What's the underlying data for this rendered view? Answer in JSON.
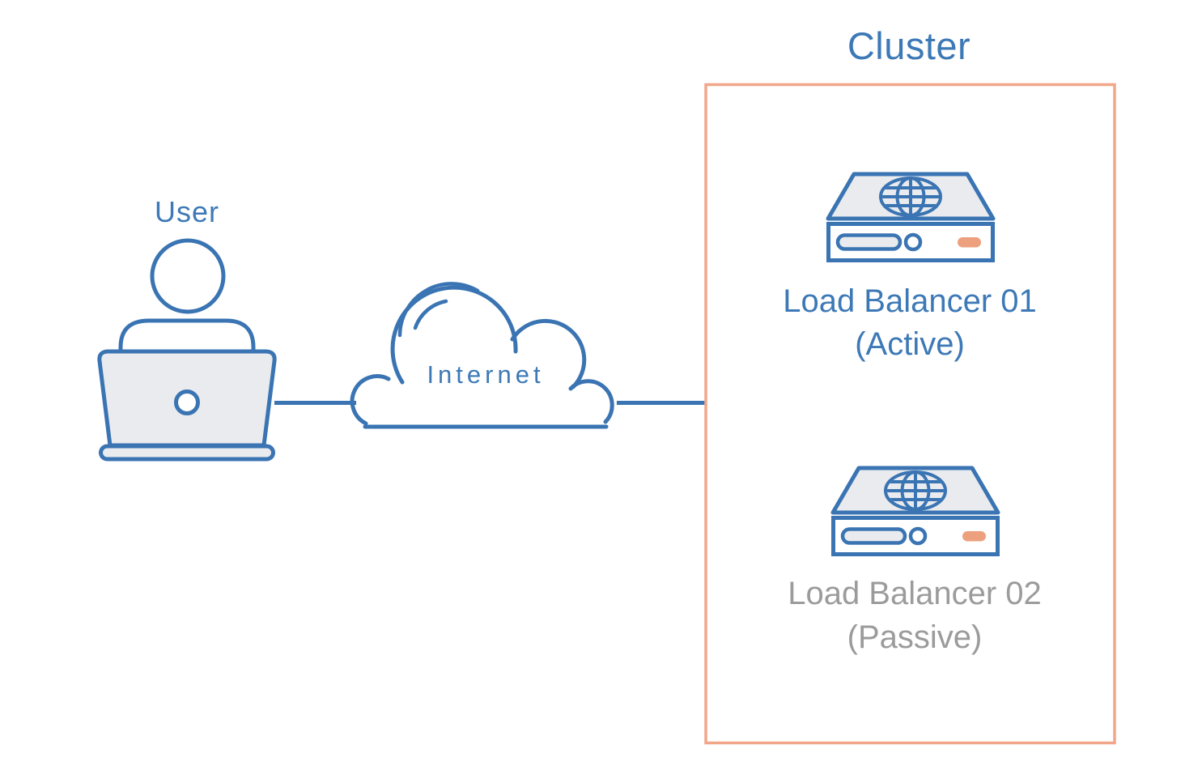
{
  "diagram": {
    "user": {
      "label": "User"
    },
    "internet": {
      "label": "Internet"
    },
    "cluster": {
      "title": "Cluster",
      "load_balancers": [
        {
          "name": "Load Balancer 01",
          "state": "(Active)",
          "state_color": "#3d79b6"
        },
        {
          "name": "Load Balancer 02",
          "state": "(Passive)",
          "state_color": "#9b9b9b"
        }
      ]
    },
    "icons": [
      "person-at-laptop-icon",
      "cloud-icon",
      "load-balancer-server-icon",
      "globe-icon"
    ],
    "colors": {
      "line_blue": "#3a74b3",
      "text_blue": "#3d79b6",
      "text_gray": "#9b9b9b",
      "shape_fill_gray": "#e9ebee",
      "cluster_border_orange": "#f2a689",
      "accent_orange": "#eda07e",
      "background": "#ffffff"
    }
  }
}
